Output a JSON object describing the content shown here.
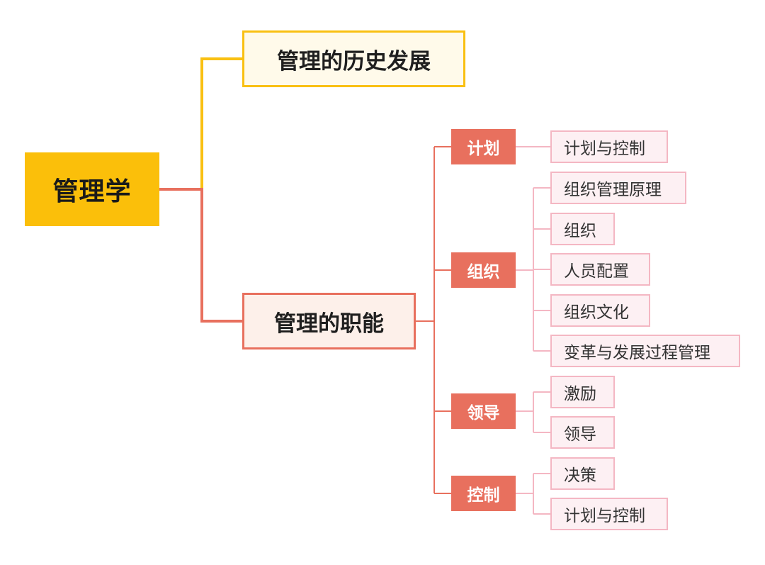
{
  "colors": {
    "root_fill": "#fbbf0a",
    "branch_yellow": "#f9c012",
    "branch_red": "#e8705e",
    "leaf_fill": "#fdf0f3",
    "leaf_border": "#f4b7c3"
  },
  "mindmap": {
    "root": {
      "label": "管理学"
    },
    "branches": [
      {
        "label": "管理的历史发展"
      },
      {
        "label": "管理的职能",
        "children": [
          {
            "label": "计划",
            "children": [
              {
                "label": "计划与控制"
              }
            ]
          },
          {
            "label": "组织",
            "children": [
              {
                "label": "组织管理原理"
              },
              {
                "label": "组织"
              },
              {
                "label": "人员配置"
              },
              {
                "label": "组织文化"
              },
              {
                "label": "变革与发展过程管理"
              }
            ]
          },
          {
            "label": "领导",
            "children": [
              {
                "label": "激励"
              },
              {
                "label": "领导"
              }
            ]
          },
          {
            "label": "控制",
            "children": [
              {
                "label": "决策"
              },
              {
                "label": "计划与控制"
              }
            ]
          }
        ]
      }
    ]
  }
}
